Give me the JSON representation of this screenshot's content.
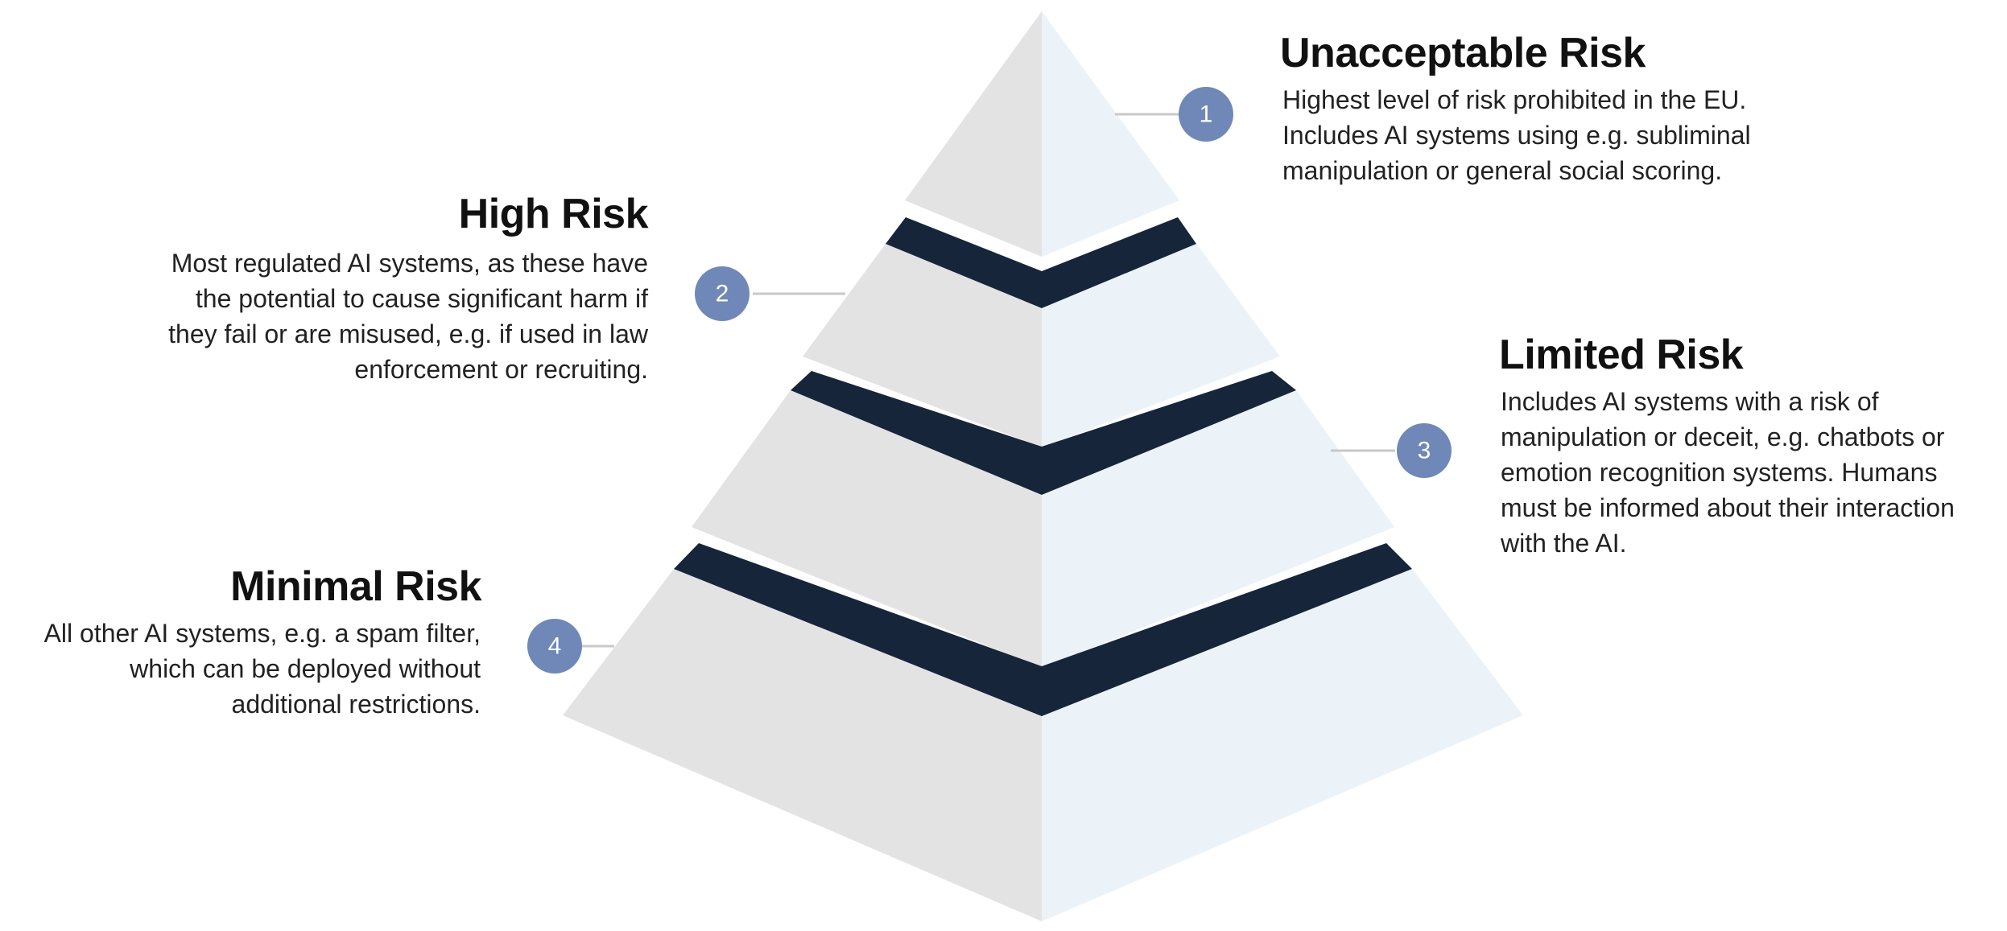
{
  "diagram": {
    "colors": {
      "face_left": "#e3e3e3",
      "face_right": "#ebf3f8",
      "band": "#17253b",
      "badge": "#6f88b8",
      "connector": "#c8c8c8"
    },
    "tiers": [
      {
        "number": "1",
        "title": "Unacceptable Risk",
        "lines": [
          "Highest level of risk prohibited in the EU.",
          "Includes AI systems using e.g. subliminal",
          "manipulation or general social scoring."
        ]
      },
      {
        "number": "2",
        "title": "High Risk",
        "lines": [
          "Most regulated AI systems, as these have",
          "the potential to cause significant harm if",
          "they fail or are misused, e.g. if used in law",
          "enforcement or recruiting."
        ]
      },
      {
        "number": "3",
        "title": "Limited Risk",
        "lines": [
          "Includes AI systems with a risk of",
          "manipulation or deceit, e.g. chatbots or",
          "emotion recognition systems. Humans",
          "must be informed about their interaction",
          "with the AI."
        ]
      },
      {
        "number": "4",
        "title": "Minimal Risk",
        "lines": [
          "All other AI systems, e.g. a spam filter,",
          "which can be deployed without",
          "additional restrictions."
        ]
      }
    ]
  }
}
